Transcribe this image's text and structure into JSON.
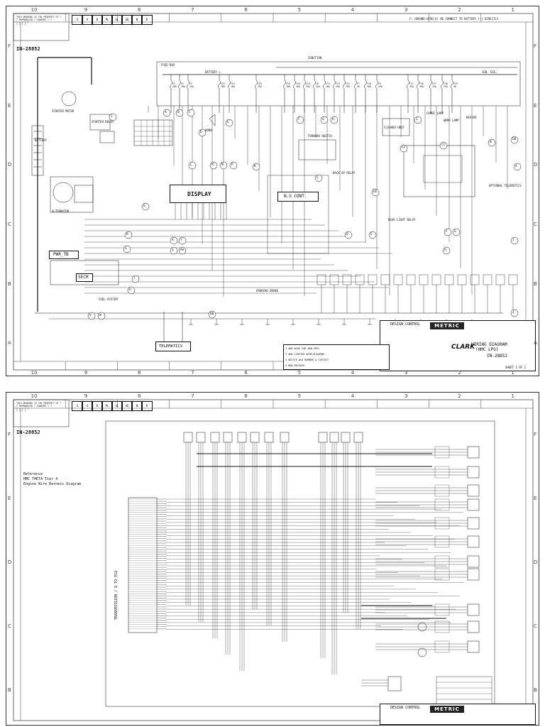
{
  "sheet1": {
    "drawing_number": "IN-28852",
    "revision_letters": [
      "S",
      "A",
      "B",
      "PL",
      "GL",
      "GE",
      "N",
      "R"
    ],
    "top_note": "F: GROUND WIRE(S) BE CONNECT TO BATTERY (-) DIRECTLY",
    "column_numbers": [
      "10",
      "9",
      "8",
      "7",
      "6",
      "5",
      "4",
      "3",
      "2",
      "1"
    ],
    "row_letters": [
      "F",
      "E",
      "D",
      "C",
      "B",
      "A"
    ],
    "fuse_box_label": "FUSE BOX",
    "battery_label": "BATTERY +",
    "ignition_label": "IGNITION",
    "ign_label": "IGN. SIG.",
    "fuses": [
      {
        "id": "F1",
        "rating": "20A"
      },
      {
        "id": "F2",
        "rating": "10A"
      },
      {
        "id": "F3",
        "rating": "15A"
      },
      {
        "id": "F22",
        "rating": "10A"
      },
      {
        "id": "F23",
        "rating": "10A"
      },
      {
        "id": "F25",
        "rating": "15A"
      },
      {
        "id": "F10",
        "rating": "10A"
      },
      {
        "id": "F16",
        "rating": "10A"
      },
      {
        "id": "F15",
        "rating": "15A"
      },
      {
        "id": "F6",
        "rating": "15A"
      },
      {
        "id": "F14",
        "rating": "10A"
      },
      {
        "id": "F13",
        "rating": "10A"
      },
      {
        "id": "F11",
        "rating": "15A"
      },
      {
        "id": "F7",
        "rating": "5A"
      },
      {
        "id": "F18",
        "rating": "10A"
      },
      {
        "id": "F5",
        "rating": "15A"
      },
      {
        "id": "F17",
        "rating": "15A"
      },
      {
        "id": "F26",
        "rating": "10A"
      },
      {
        "id": "F27",
        "rating": "15A"
      },
      {
        "id": "F28",
        "rating": "15A"
      },
      {
        "id": "F29",
        "rating": "5A"
      }
    ],
    "components": {
      "starter_motor": "STARTER MOTOR",
      "starter_relay": "STARTER RELAY",
      "battery": "BATTERY",
      "alternator": "ALTERNATOR",
      "display": "DISPLAY",
      "pwr_tb": "PWR_TB",
      "secm": "SECM",
      "fuel_system": "FUEL SYSTEM",
      "ns_cont": "N.S CONT.",
      "horn": "HORN",
      "flasher_unit": "FLASHER UNIT",
      "forward_switch": "FORWARD SWITCH",
      "back_up_relay": "BACK UP RELAY",
      "rear_light_relay": "REAR LIGHT RELAY",
      "telematics": "TELEMATICS",
      "combi_lamp": "COMBI LAMP",
      "work_lamp": "WORK LAMP",
      "heater": "HEATER",
      "parking_brake": "PARKING BRAKE",
      "optional_telematics": "OPTIONAL TELEMATICS"
    },
    "circle_labels": [
      "A",
      "B",
      "C",
      "D",
      "E",
      "F",
      "G",
      "H",
      "I",
      "J",
      "K",
      "L",
      "M",
      "N",
      "P",
      "Q",
      "R",
      "S",
      "T",
      "U",
      "V",
      "W",
      "X",
      "Y",
      "Z",
      "AA",
      "BB",
      "EE",
      "FF",
      "CC",
      "DD"
    ],
    "title_block": {
      "design_control": "DESIGN CONTROL",
      "brand": "CLARK",
      "metric_logo": "METRIC",
      "title_line1": "WIRING DIAGRAM",
      "title_line2": "(HMC LPG)",
      "drawing_number": "IN-28852",
      "sheet": "SHEET 1 OF 2"
    },
    "revision_table": [
      [
        "1",
        "ADD WIRE FOR NEW SPEC",
        "",
        "",
        "",
        "",
        ""
      ],
      [
        "2",
        "ADD LIMITED WIRE/DIAGRAM",
        "",
        "",
        "",
        "",
        ""
      ],
      [
        "3",
        "DELETE OLD NUMBER & CIRCUIT",
        "",
        "",
        "",
        "",
        ""
      ],
      [
        "4",
        "NEW RELEASE",
        "",
        "",
        "",
        "",
        ""
      ]
    ]
  },
  "sheet2": {
    "drawing_number": "IN-28852",
    "revision_letters": [
      "S",
      "A",
      "B",
      "PL",
      "GL",
      "GE",
      "N",
      "R"
    ],
    "column_numbers": [
      "10",
      "9",
      "8",
      "7",
      "6",
      "5",
      "4",
      "3",
      "2",
      "1"
    ],
    "row_letters": [
      "F",
      "E",
      "D",
      "C",
      "B"
    ],
    "reference_title": "Reference",
    "reference_line2": "HMC THETA Tier 4",
    "reference_line3": "Engine Wire Harness Diagram",
    "ecu_label": "TRANSMISSION / 8 TO ECU",
    "title_block": {
      "design_control": "DESIGN CONTROL",
      "metric_logo": "METRIC"
    }
  },
  "colors": {
    "line": "#111111",
    "paper": "#ffffff",
    "grid_text": "#444444"
  }
}
